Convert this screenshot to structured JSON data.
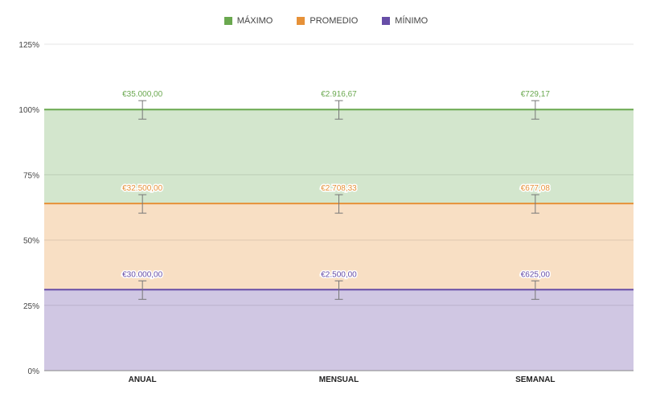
{
  "chart_data": {
    "type": "area",
    "categories": [
      "ANUAL",
      "MENSUAL",
      "SEMANAL"
    ],
    "ylim": [
      0,
      125
    ],
    "yticks": [
      "0%",
      "25%",
      "50%",
      "75%",
      "100%",
      "125%"
    ],
    "ytick_values": [
      0,
      25,
      50,
      75,
      100,
      125
    ],
    "grid": true,
    "legend_position": "top-center",
    "series": [
      {
        "name": "MÁXIMO",
        "color": "#6aa84f",
        "fill": "#d3e6cd",
        "level": 100,
        "labels": [
          "€35.000,00",
          "€2.916,67",
          "€729,17"
        ]
      },
      {
        "name": "PROMEDIO",
        "color": "#e69138",
        "fill": "#f8dfc4",
        "level": 64,
        "labels": [
          "€32.500,00",
          "€2.708,33",
          "€677,08"
        ]
      },
      {
        "name": "MÍNIMO",
        "color": "#674ea7",
        "fill": "#d0c7e3",
        "level": 31,
        "labels": [
          "€30.000,00",
          "€2.500,00",
          "€625,00"
        ]
      }
    ]
  }
}
